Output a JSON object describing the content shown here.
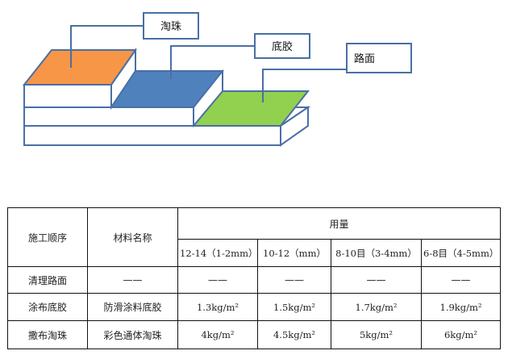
{
  "diagram": {
    "labels": {
      "foam_bead": "淘珠",
      "primer": "底胶",
      "road": "路面"
    },
    "colors": {
      "foam_bead": "#f79646",
      "primer": "#4f81bd",
      "road": "#92d050",
      "outline": "#4a6fa5"
    }
  },
  "table": {
    "headers": {
      "step": "施工顺序",
      "material": "材料名称",
      "usage": "用量",
      "sizes": [
        "12-14（1-2mm）",
        "10-12（mm）",
        "8-10目（3-4mm）",
        "6-8目（4-5mm）"
      ]
    },
    "rows": [
      {
        "step": "清理路面",
        "material": "——",
        "values": [
          "——",
          "——",
          "——",
          "——"
        ]
      },
      {
        "step": "涂布底胶",
        "material": "防滑涂料底胶",
        "values": [
          "1.3kg/m²",
          "1.5kg/m²",
          "1.7kg/m²",
          "1.9kg/m²"
        ]
      },
      {
        "step": "撒布淘珠",
        "material": "彩色通体淘珠",
        "values": [
          "4kg/m²",
          "4.5kg/m²",
          "5kg/m²",
          "6kg/m²"
        ]
      }
    ]
  }
}
